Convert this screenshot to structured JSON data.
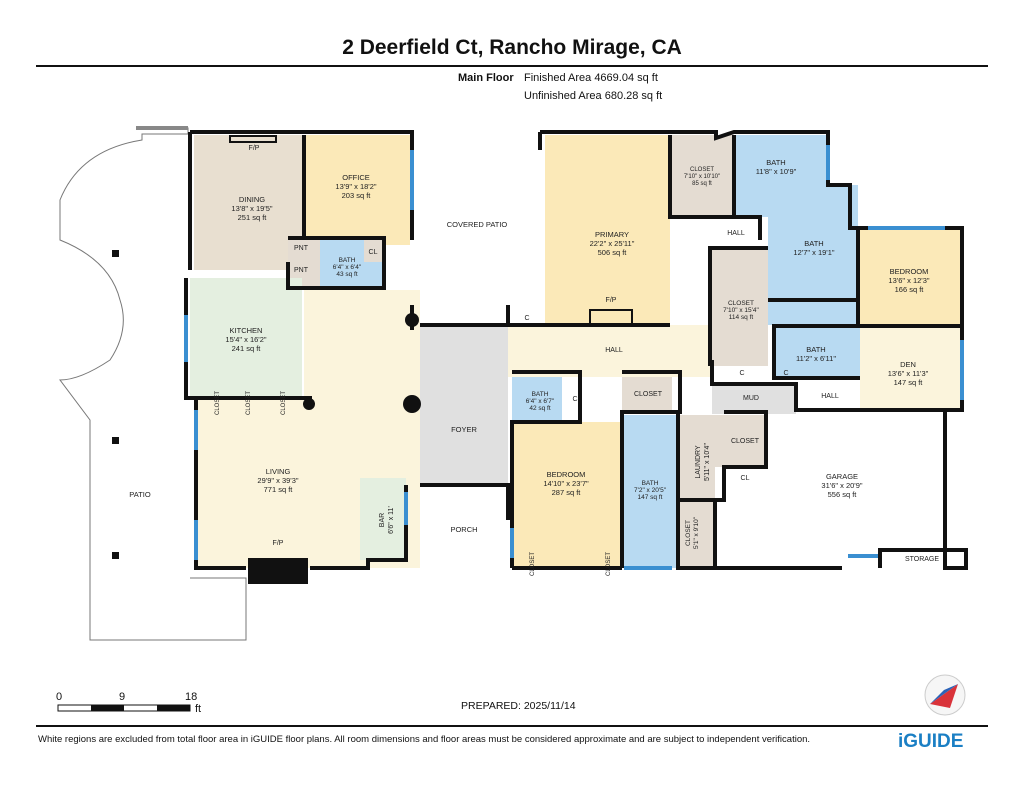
{
  "title": "2 Deerfield Ct, Rancho Mirage, CA",
  "floor": {
    "name": "Main Floor",
    "finished": "Finished Area 4669.04 sq ft",
    "unfinished": "Unfinished Area 680.28 sq ft"
  },
  "colors": {
    "wall": "#111111",
    "living": "#fbf4dc",
    "office": "#fbe9b8",
    "dining": "#e8dfd0",
    "kitchen": "#e4efe0",
    "bath": "#b8daf2",
    "closet": "#e4dcd2",
    "bedroom": "#fbe7b6",
    "foyer": "#e0e0e0",
    "window": "#3a8fd1",
    "accent": "#1b7fc4"
  },
  "rooms": [
    {
      "id": "dining",
      "name": "DINING",
      "dims": "13'8\" x 19'5\"",
      "area": "251 sq ft"
    },
    {
      "id": "office",
      "name": "OFFICE",
      "dims": "13'9\" x 18'2\"",
      "area": "203 sq ft"
    },
    {
      "id": "covered-patio",
      "name": "COVERED PATIO",
      "dims": "",
      "area": ""
    },
    {
      "id": "primary",
      "name": "PRIMARY",
      "dims": "22'2\" x 25'11\"",
      "area": "506 sq ft"
    },
    {
      "id": "closet-primary",
      "name": "CLOSET",
      "dims": "7'10\" x 10'10\"",
      "area": "85 sq ft"
    },
    {
      "id": "bath-primary-1",
      "name": "BATH",
      "dims": "11'8\" x 10'9\"",
      "area": ""
    },
    {
      "id": "bath-primary-2",
      "name": "BATH",
      "dims": "12'7\" x 19'1\"",
      "area": ""
    },
    {
      "id": "bedroom-ne",
      "name": "BEDROOM",
      "dims": "13'6\" x 12'3\"",
      "area": "166 sq ft"
    },
    {
      "id": "closet-hall",
      "name": "CLOSET",
      "dims": "7'10\" x 15'4\"",
      "area": "114 sq ft"
    },
    {
      "id": "bath-small",
      "name": "BATH",
      "dims": "6'4\" x 6'4\"",
      "area": "43 sq ft"
    },
    {
      "id": "kitchen",
      "name": "KITCHEN",
      "dims": "15'4\" x 16'2\"",
      "area": "241 sq ft"
    },
    {
      "id": "bath-hall",
      "name": "BATH",
      "dims": "11'2\" x 6'11\"",
      "area": ""
    },
    {
      "id": "den",
      "name": "DEN",
      "dims": "13'6\" x 11'3\"",
      "area": "147 sq ft"
    },
    {
      "id": "bath-guest",
      "name": "BATH",
      "dims": "6'4\" x 6'7\"",
      "area": "42 sq ft"
    },
    {
      "id": "foyer",
      "name": "FOYER",
      "dims": "",
      "area": ""
    },
    {
      "id": "bedroom-s",
      "name": "BEDROOM",
      "dims": "14'10\" x 23'7\"",
      "area": "287 sq ft"
    },
    {
      "id": "bath-bedroom",
      "name": "BATH",
      "dims": "7'2\" x 20'5\"",
      "area": "147 sq ft"
    },
    {
      "id": "laundry",
      "name": "LAUNDRY",
      "dims": "5'11\" x 10'4\"",
      "area": ""
    },
    {
      "id": "closet-laundry",
      "name": "CLOSET",
      "dims": "5'1\" x 9'10\"",
      "area": ""
    },
    {
      "id": "living",
      "name": "LIVING",
      "dims": "29'9\" x 39'3\"",
      "area": "771 sq ft"
    },
    {
      "id": "bar",
      "name": "BAR",
      "dims": "6'6\" x 11'",
      "area": ""
    },
    {
      "id": "porch",
      "name": "PORCH",
      "dims": "",
      "area": ""
    },
    {
      "id": "garage",
      "name": "GARAGE",
      "dims": "31'6\" x 20'9\"",
      "area": "556 sq ft"
    },
    {
      "id": "patio",
      "name": "PATIO",
      "dims": "",
      "area": ""
    }
  ],
  "labels": {
    "fp": "F/P",
    "pnt": "PNT",
    "cl": "CL",
    "c": "C",
    "hall": "HALL",
    "mud": "MUD",
    "closet": "CLOSET",
    "storage": "STORAGE"
  },
  "scale": {
    "marks": [
      "0",
      "9",
      "18"
    ],
    "unit": "ft"
  },
  "prepared": "PREPARED: 2025/11/14",
  "footer": "White regions are excluded from total floor area in iGUIDE floor plans. All room dimensions and floor areas must be considered approximate and are subject to independent verification.",
  "brand": "iGUIDE"
}
